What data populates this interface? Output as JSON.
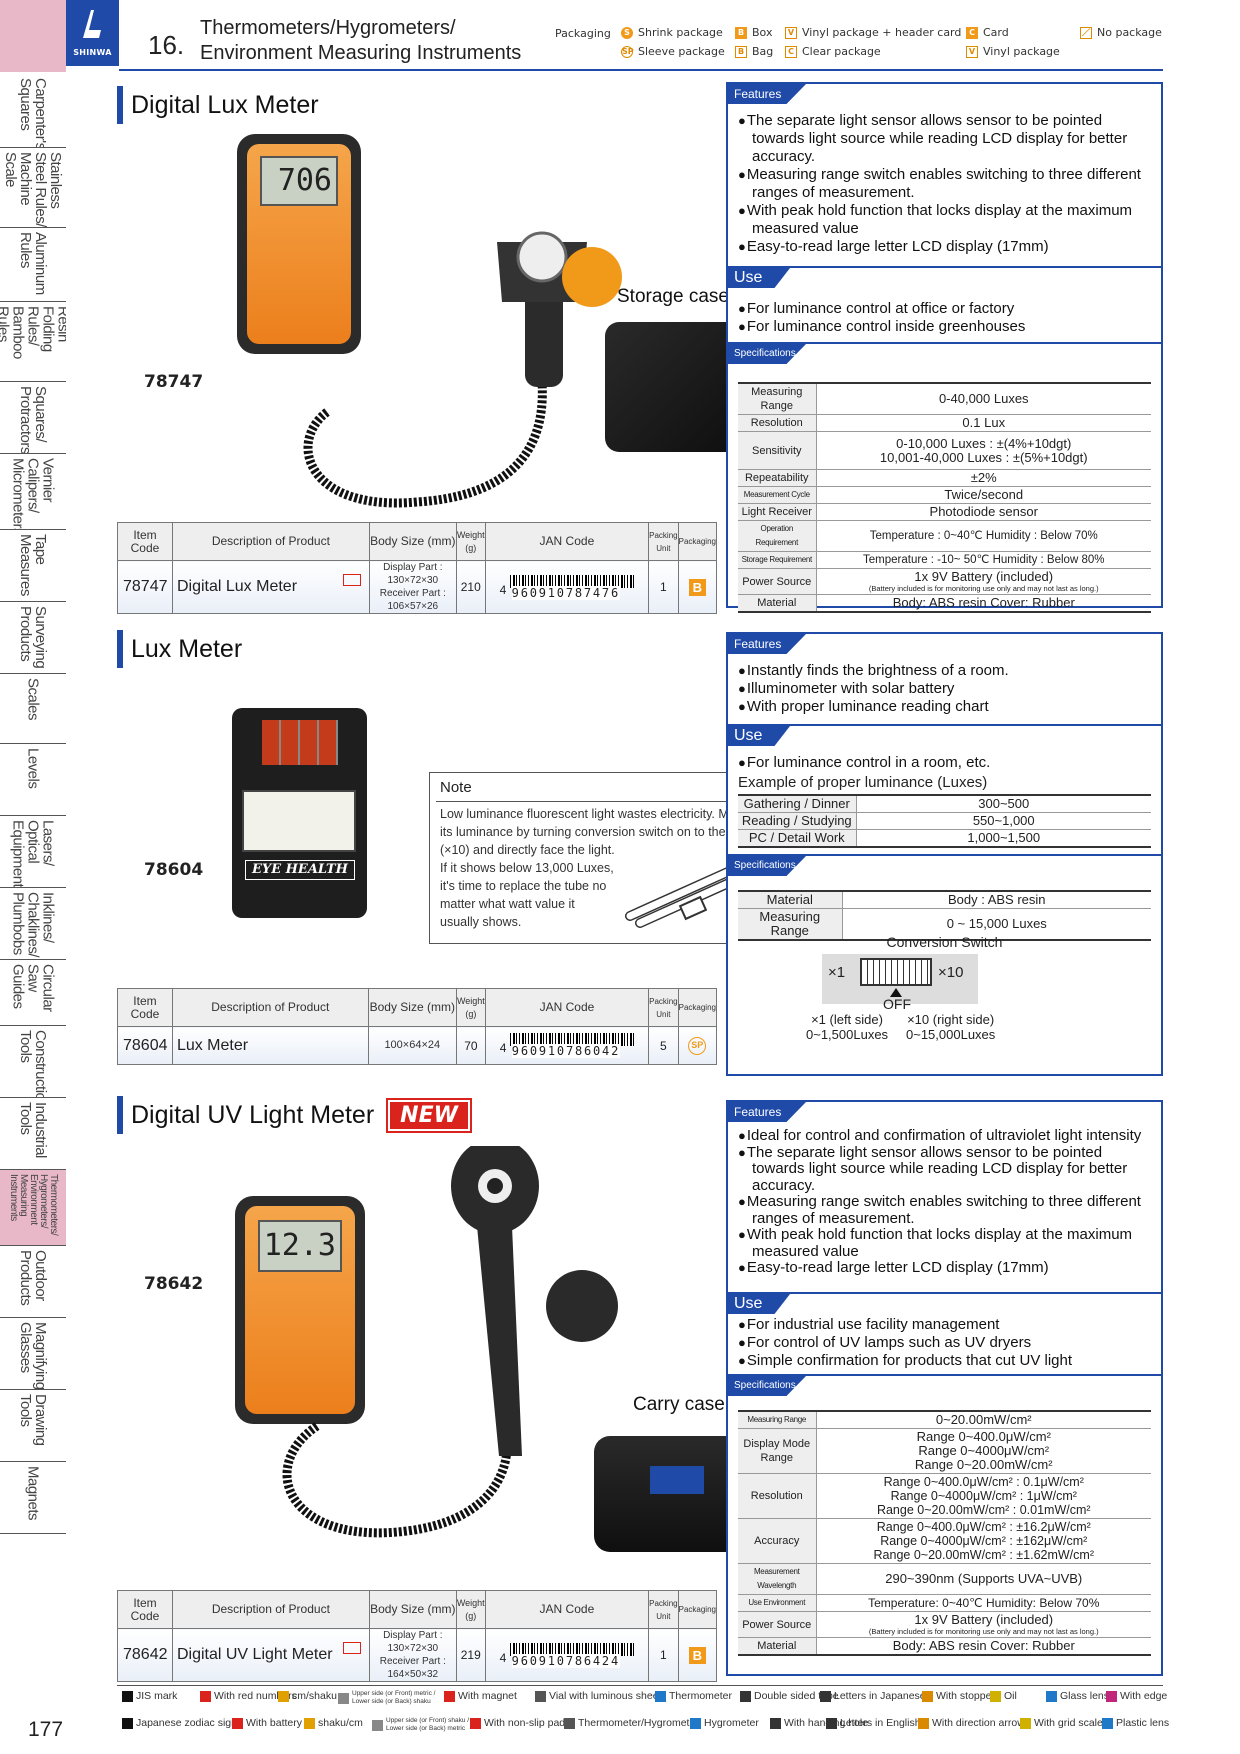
{
  "header": {
    "logo_text": "SHINWA",
    "chapter_number": "16.",
    "chapter_title_line1": "Thermometers/Hygrometers/",
    "chapter_title_line2": "Environment Measuring Instruments",
    "packaging_label": "Packaging",
    "packaging": [
      {
        "mark": "S",
        "label": "Shrink package"
      },
      {
        "mark": "SP",
        "label": "Sleeve package"
      },
      {
        "mark": "B",
        "label": "Box"
      },
      {
        "mark": "B",
        "label": "Bag"
      },
      {
        "mark": "V",
        "label": "Vinyl package + header card"
      },
      {
        "mark": "C",
        "label": "Clear package"
      },
      {
        "mark": "C",
        "label": "Card"
      },
      {
        "mark": "V",
        "label": "Vinyl package"
      },
      {
        "mark": "",
        "label": "No package"
      }
    ]
  },
  "sidebar": {
    "tabs": [
      "Carpenter's\nSquares",
      "Stainless\nSteel Rules/\nMachine Scale",
      "Aluminum\nRules",
      "Resin Folding\nRules/\nBamboo Rules",
      "Squares/\nProtractors",
      "Vernier\nCalipers/\nMicrometers",
      "Tape\nMeasures",
      "Surveying\nProducts",
      "Scales",
      "Levels",
      "Lasers/\nOptical\nEquipment",
      "Inklines/\nChaklines/\nPlumbobs",
      "Circular Saw\nGuides",
      "Construction\nTools",
      "Industrial\nTools",
      "Thermometers/\nHygrometers/\nEnvironment Measuring\nInstruments",
      "Outdoor\nProducts",
      "Magnifying\nGlasses",
      "Drawing\nTools",
      "Magnets"
    ],
    "page_number": "177"
  },
  "table_headers": {
    "item_code": "Item Code",
    "description": "Description of Product",
    "body_size": "Body Size (mm)",
    "weight": "Weight (g)",
    "jan": "JAN Code",
    "packing": "Packing Unit",
    "packaging": "Packaging"
  },
  "labels": {
    "features": "Features",
    "use": "Use",
    "specifications": "Specifications",
    "storage_case": "Storage case",
    "carry_case": "Carry case",
    "note": "Note",
    "new": "NEW"
  },
  "products": {
    "lux_digital": {
      "title": "Digital Lux Meter",
      "item_code": "78747",
      "lcd": "706",
      "row": {
        "code": "78747",
        "desc": "Digital Lux Meter",
        "body": "Display Part : 130×72×30",
        "body2": "Receiver Part : 106×57×26",
        "weight": "210",
        "jan_first": "4",
        "jan": "960910787476",
        "pack": "1",
        "pkg": "B"
      },
      "features": [
        "The separate light sensor allows sensor to be pointed towards light source while reading LCD display for better accuracy.",
        "Measuring range switch enables switching to three different ranges of measurement.",
        "With peak hold function that locks display at the maximum measured value",
        "Easy-to-read large letter LCD display (17mm)"
      ],
      "use": [
        "For luminance control at office or factory",
        "For luminance control inside greenhouses"
      ],
      "specs": [
        {
          "k": "Measuring Range",
          "v": "0-40,000 Luxes"
        },
        {
          "k": "Resolution",
          "v": "0.1 Lux"
        },
        {
          "k": "Sensitivity",
          "v": "0-10,000 Luxes : ±(4%+10dgt)",
          "v2": "10,001-40,000 Luxes : ±(5%+10dgt)"
        },
        {
          "k": "Repeatability",
          "v": "±2%"
        },
        {
          "k": "Measurement Cycle",
          "v": "Twice/second"
        },
        {
          "k": "Light Receiver",
          "v": "Photodiode sensor"
        },
        {
          "k": "Operation Requirement",
          "v": "Temperature : 0~40℃   Humidity : Below 70%"
        },
        {
          "k": "Storage Requirement",
          "v": "Temperature : -10~ 50℃ Humidity : Below 80%"
        },
        {
          "k": "Power Source",
          "v": "1x 9V Battery (included)",
          "sub": "(Battery included is for monitoring use only and may not last as long.)"
        },
        {
          "k": "Material",
          "v": "Body: ABS resin    Cover: Rubber"
        }
      ]
    },
    "lux": {
      "title": "Lux Meter",
      "item_code": "78604",
      "brand": "EYE HEALTH",
      "row": {
        "code": "78604",
        "desc": "Lux Meter",
        "body": "100×64×24",
        "weight": "70",
        "jan_first": "4",
        "jan": "960910786042",
        "pack": "5",
        "pkg": "SP"
      },
      "note": "Low luminance fluorescent light wastes electricity. Measure its luminance by turning conversion switch on to the right (×10) and directly face the light.\nIf it shows below 13,000 Luxes,\nit's time to replace the tube no\nmatter what watt value it\nusually shows.",
      "features": [
        "Instantly finds the brightness of a room.",
        "Illuminometer with solar battery",
        "With proper luminance reading chart"
      ],
      "use": [
        "For luminance control in a room, etc."
      ],
      "luminance_title": "Example of proper luminance (Luxes)",
      "luminance": [
        {
          "k": "Gathering / Dinner",
          "v": "300~500"
        },
        {
          "k": "Reading / Studying",
          "v": "550~1,000"
        },
        {
          "k": "PC / Detail Work",
          "v": "1,000~1,500"
        }
      ],
      "specs": [
        {
          "k": "Material",
          "v": "Body : ABS resin"
        },
        {
          "k": "Measuring Range",
          "v": "0 ~ 15,000 Luxes"
        }
      ],
      "conversion": {
        "title": "Conversion Switch",
        "left": "×1",
        "right": "×10",
        "off": "OFF",
        "left_caption": "×1 (left side)",
        "left_range": "0~1,500Luxes",
        "right_caption": "×10 (right side)",
        "right_range": "0~15,000Luxes"
      }
    },
    "uv": {
      "title": "Digital UV Light Meter",
      "item_code": "78642",
      "lcd": "12.3",
      "row": {
        "code": "78642",
        "desc": "Digital UV Light Meter",
        "body": "Display Part : 130×72×30",
        "body2": "Receiver Part : 164×50×32",
        "weight": "219",
        "jan_first": "4",
        "jan": "960910786424",
        "pack": "1",
        "pkg": "B"
      },
      "features": [
        "Ideal for control and confirmation of ultraviolet light intensity",
        "The separate light sensor allows sensor to be pointed towards light source while reading LCD display for better accuracy.",
        "Measuring range switch enables switching to three different ranges of measurement.",
        "With peak hold function that locks display at the maximum measured value",
        "Easy-to-read large letter LCD display (17mm)"
      ],
      "use": [
        "For industrial use facility management",
        "For control of UV lamps such as UV dryers",
        "Simple confirmation for products that cut UV light"
      ],
      "specs": [
        {
          "k": "Measuring Range",
          "v": "0~20.00mW/cm²"
        },
        {
          "k": "Display Mode Range",
          "v": "Range 0~400.0μW/cm²",
          "v2": "Range 0~4000μW/cm²",
          "v3": "Range 0~20.00mW/cm²"
        },
        {
          "k": "Resolution",
          "v": "Range 0~400.0μW/cm² : 0.1μW/cm²",
          "v2": "Range 0~4000μW/cm² : 1μW/cm²",
          "v3": "Range 0~20.00mW/cm² : 0.01mW/cm²"
        },
        {
          "k": "Accuracy",
          "v": "Range 0~400.0μW/cm² : ±16.2μW/cm²",
          "v2": "Range 0~4000μW/cm² : ±162μW/cm²",
          "v3": "Range 0~20.00mW/cm² : ±1.62mW/cm²"
        },
        {
          "k": "Measurement Wavelength",
          "v": "290~390nm (Supports UVA~UVB)"
        },
        {
          "k": "Use Environment",
          "v": "Temperature: 0~40℃   Humidity: Below 70%"
        },
        {
          "k": "Power Source",
          "v": "1x 9V Battery (included)",
          "sub": "(Battery included is for monitoring use only and may not last as long.)"
        },
        {
          "k": "Material",
          "v": "Body: ABS resin    Cover: Rubber"
        }
      ]
    }
  },
  "legend_row1": [
    "JIS mark",
    "With red numbers",
    "cm/shaku",
    "Upper side (or Front) metric / Lower side (or Back) shaku",
    "With magnet",
    "Vial with luminous sheet",
    "Thermometer",
    "Double sided tape",
    "Letters in Japanese",
    "With stopper",
    "Oil",
    "Glass lens",
    "With edge"
  ],
  "legend_row2": [
    "Japanese zodiac signs",
    "With battery",
    "shaku/cm",
    "Upper side (or Front) shaku / Lower side (or Back) metric",
    "With non-slip pad",
    "Thermometer/Hygrometer",
    "Hygrometer",
    "With hanging hole",
    "Letters in English",
    "With direction arrow",
    "With grid scale",
    "Plastic lens"
  ],
  "colors": {
    "brand_blue": "#1f4aa8",
    "accent_orange": "#f19a1a",
    "sidebar_pink": "#e8b7c8",
    "new_red": "#d9231c"
  }
}
